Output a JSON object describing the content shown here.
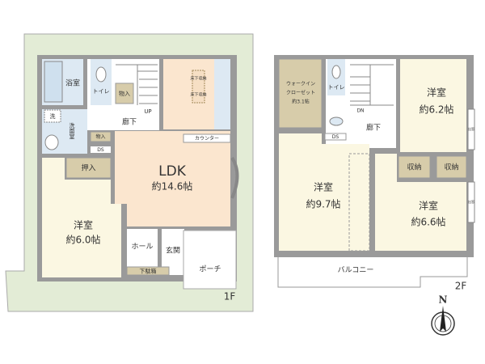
{
  "floor1": {
    "label": "1F",
    "bath": "浴室",
    "toilet": "トイレ",
    "storage_upper": "物入",
    "underfloor_storage_1": "床下収納",
    "underfloor_storage_2": "床下収納",
    "hallway": "廊下",
    "up": "UP",
    "laundry": "洗",
    "washroom": "洗面室",
    "storage_small": "物入",
    "ds": "DS",
    "counter": "カウンター",
    "closet": "押入",
    "ldk_name": "LDK",
    "ldk_size": "約14.6帖",
    "room_name": "洋室",
    "room_size": "約6.0帖",
    "hall": "ホール",
    "entrance": "玄関",
    "shoe_box": "下駄箱",
    "porch": "ポーチ"
  },
  "floor2": {
    "label": "2F",
    "wic_line1": "ウォークイン",
    "wic_line2": "クローゼット",
    "wic_size": "約3.1帖",
    "toilet": "トイレ",
    "dn": "DN",
    "hallway": "廊下",
    "ds": "DS",
    "room_a_name": "洋室",
    "room_a_size": "約6.2帖",
    "room_b_name": "洋室",
    "room_b_size": "約9.7帖",
    "room_c_name": "洋室",
    "room_c_size": "約6.6帖",
    "storage_1": "収納",
    "storage_2": "収納",
    "bay_window_1": "出窓",
    "bay_window_2": "出窓",
    "balcony": "バルコニー"
  },
  "compass": {
    "label": "N"
  },
  "colors": {
    "lot": "#e3ecd6",
    "wall": "#9a9a9a",
    "room": "#fbf7e2",
    "ldk": "#fbe6cf",
    "wet": "#dde9f3",
    "storage": "#d7ccaa"
  }
}
